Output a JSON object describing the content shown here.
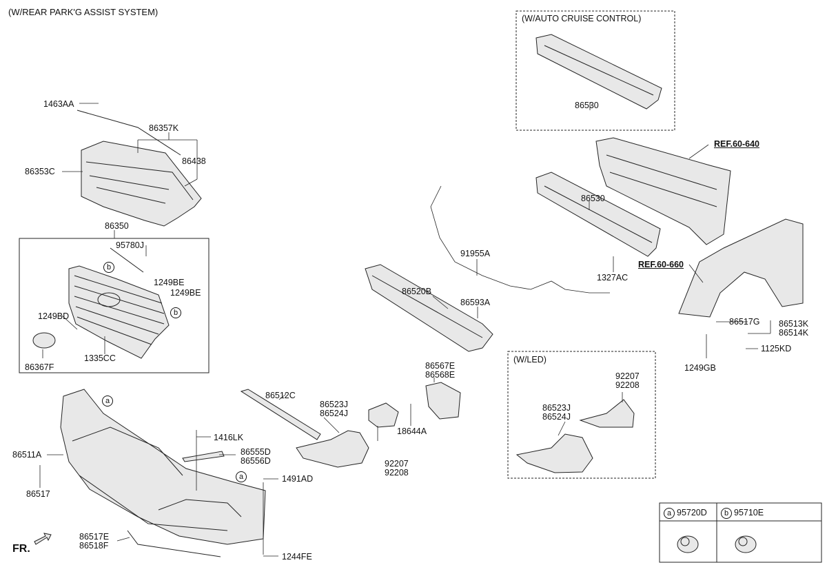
{
  "header": "(W/REAR PARK'G ASSIST SYSTEM)",
  "boxes": {
    "auto_cruise": "(W/AUTO CRUISE CONTROL)",
    "led": "(W/LED)"
  },
  "refs": {
    "ref1": "REF.60-640",
    "ref2": "REF.60-660"
  },
  "front_label": "FR.",
  "legend": {
    "a_letter": "a",
    "a_part": "95720D",
    "b_letter": "b",
    "b_part": "95710E"
  },
  "callouts": {
    "a": "a",
    "b": "b"
  },
  "parts": {
    "p1463AA": "1463AA",
    "p86357K": "86357K",
    "p86438": "86438",
    "p86353C": "86353C",
    "p86350": "86350",
    "p95780J": "95780J",
    "p1249BE_1": "1249BE",
    "p1249BE_2": "1249BE",
    "p1249BD": "1249BD",
    "p86367F": "86367F",
    "p1335CC": "1335CC",
    "p86530_box": "86530",
    "p86530": "86530",
    "p91955A": "91955A",
    "p1327AC": "1327AC",
    "p86520B": "86520B",
    "p86593A": "86593A",
    "p86517G": "86517G",
    "p86513K": "86513K",
    "p86514K": "86514K",
    "p1125KD": "1125KD",
    "p1249GB": "1249GB",
    "p86567E": "86567E",
    "p86568E": "86568E",
    "p86512C": "86512C",
    "p86523J_1": "86523J",
    "p86524J_1": "86524J",
    "p18644A": "18644A",
    "p92207_1": "92207",
    "p92208_1": "92208",
    "p92207_2": "92207",
    "p92208_2": "92208",
    "p86523J_2": "86523J",
    "p86524J_2": "86524J",
    "p1416LK": "1416LK",
    "p86555D": "86555D",
    "p86556D": "86556D",
    "p86511A": "86511A",
    "p86517": "86517",
    "p1491AD": "1491AD",
    "p86517E": "86517E",
    "p86518F": "86518F",
    "p1244FE": "1244FE"
  }
}
